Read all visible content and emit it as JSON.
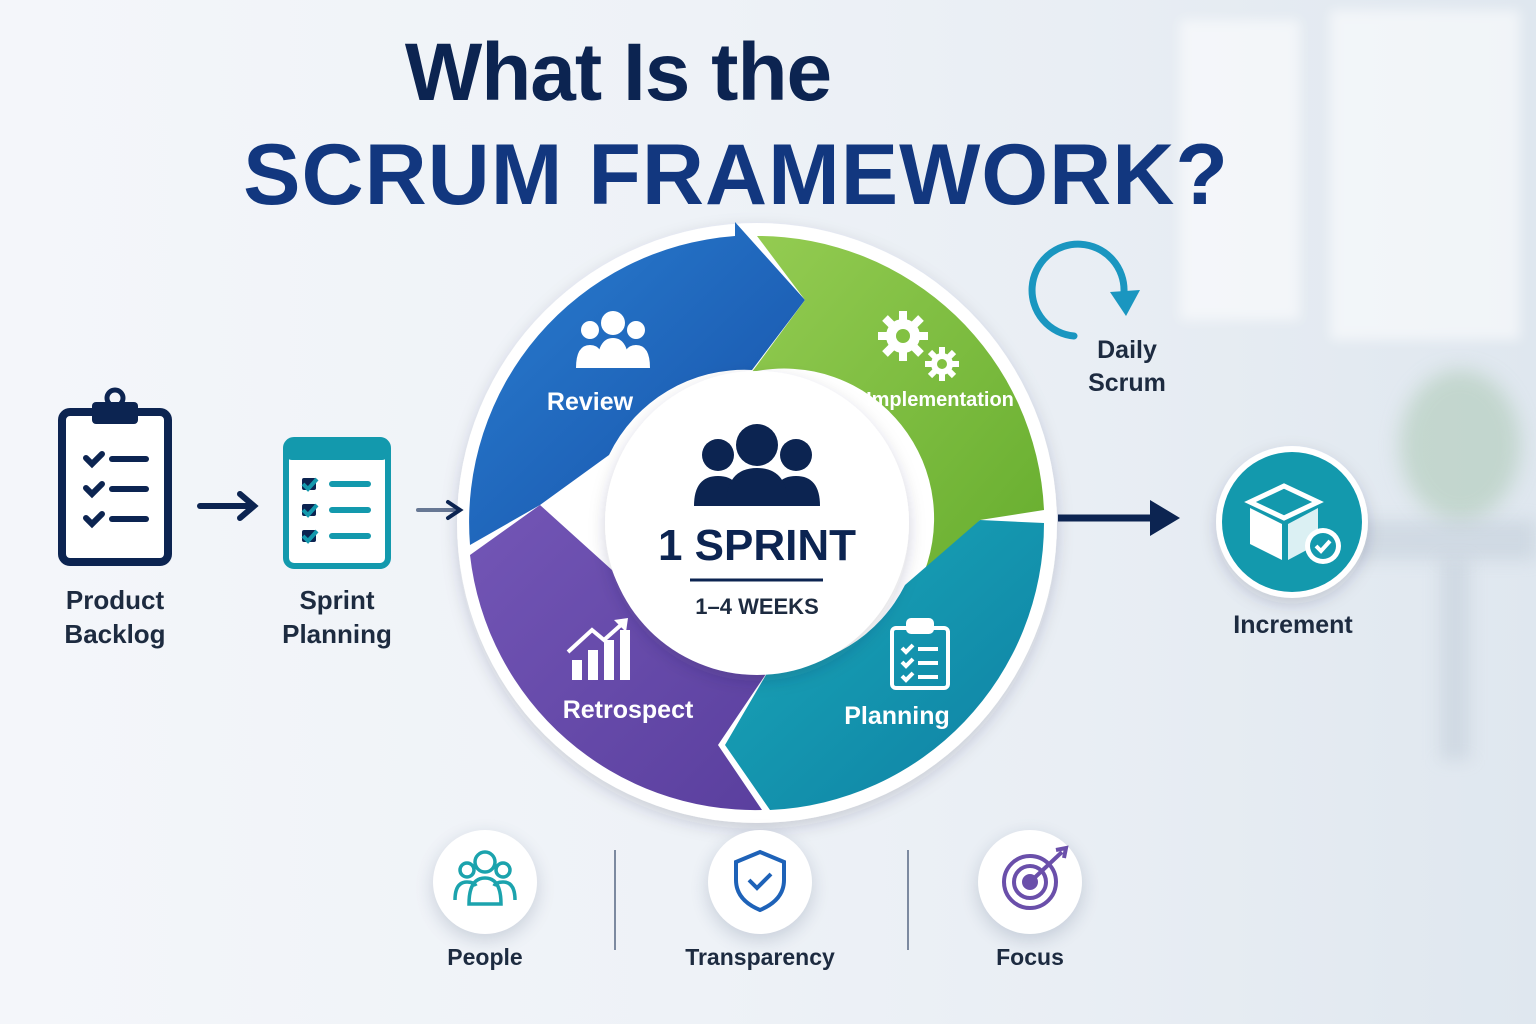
{
  "title": {
    "line1": "What Is the",
    "line2": "SCRUM FRAMEWORK?"
  },
  "left_flow": [
    {
      "label_line1": "Product",
      "label_line2": "Backlog",
      "icon": "clipboard-checklist-icon"
    },
    {
      "label_line1": "Sprint",
      "label_line2": "Planning",
      "icon": "checklist-icon"
    }
  ],
  "cycle": {
    "segments": [
      {
        "label": "Review",
        "icon": "team-icon",
        "color": "#1e62b8"
      },
      {
        "label": "Implementation",
        "icon": "gears-icon",
        "color": "#7cbb3a"
      },
      {
        "label": "Planning",
        "icon": "clipboard-icon",
        "color": "#1399ad"
      },
      {
        "label": "Retrospect",
        "icon": "bar-chart-growth-icon",
        "color": "#6a4faa"
      }
    ],
    "center": {
      "title": "1 SPRINT",
      "subtitle": "1–4 WEEKS",
      "icon": "team-icon"
    }
  },
  "daily_scrum": {
    "line1": "Daily",
    "line2": "Scrum",
    "icon": "circular-arrow-icon"
  },
  "increment": {
    "label": "Increment",
    "icon": "box-check-icon",
    "color": "#1399ad"
  },
  "values": [
    {
      "label": "People",
      "icon": "people-icon",
      "color": "#1ba3ad"
    },
    {
      "label": "Transparency",
      "icon": "shield-check-icon",
      "color": "#1e62b8"
    },
    {
      "label": "Focus",
      "icon": "target-icon",
      "color": "#6a4faa"
    }
  ],
  "colors": {
    "navy": "#0c2451",
    "blue": "#1e62b8",
    "green": "#7cbb3a",
    "teal": "#1399ad",
    "purple": "#6a4faa"
  }
}
